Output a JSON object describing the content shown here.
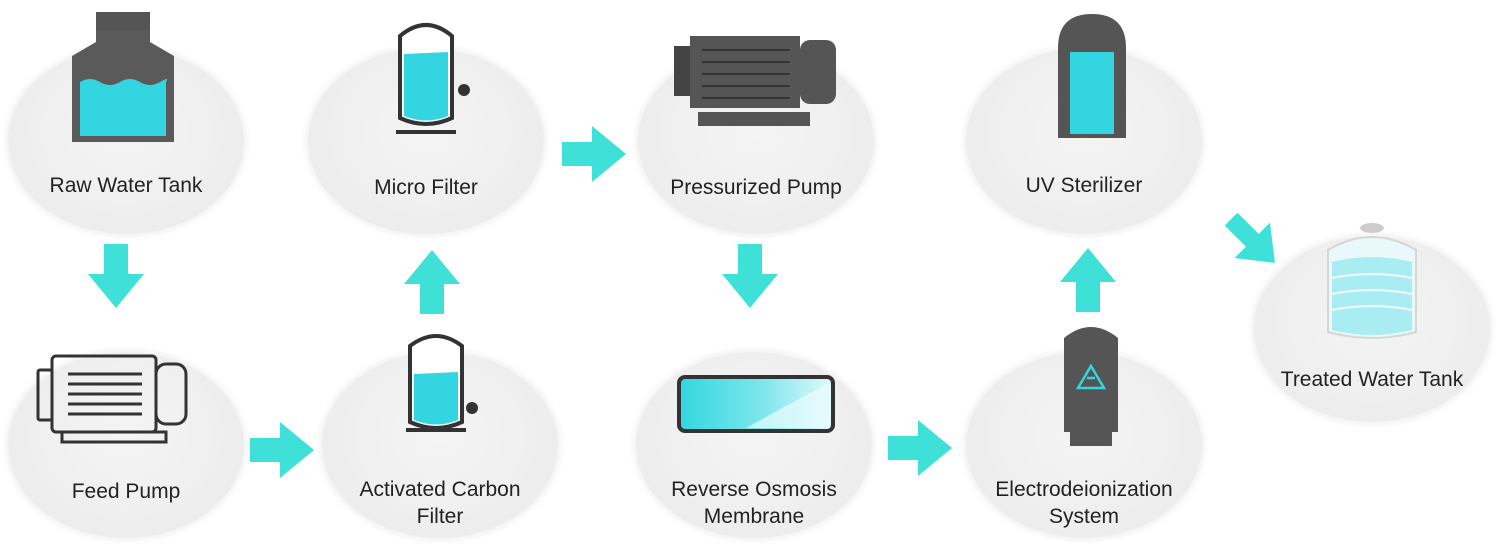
{
  "colors": {
    "accent": "#3ee0d8",
    "water": "#33d6e0",
    "dark": "#555555",
    "outline": "#333333",
    "node_bg": "#efefef"
  },
  "nodes": [
    {
      "id": "raw-water-tank",
      "label": "Raw Water Tank"
    },
    {
      "id": "feed-pump",
      "label": "Feed Pump"
    },
    {
      "id": "activated-carbon-filter",
      "label": "Activated Carbon\nFilter"
    },
    {
      "id": "micro-filter",
      "label": "Micro Filter"
    },
    {
      "id": "pressurized-pump",
      "label": "Pressurized Pump"
    },
    {
      "id": "reverse-osmosis-membrane",
      "label": "Reverse Osmosis\nMembrane"
    },
    {
      "id": "electrodeionization-system",
      "label": "Electrodeionization\nSystem"
    },
    {
      "id": "uv-sterilizer",
      "label": "UV Sterilizer"
    },
    {
      "id": "treated-water-tank",
      "label": "Treated Water Tank"
    }
  ],
  "flow": [
    {
      "from": "raw-water-tank",
      "to": "feed-pump",
      "direction": "down"
    },
    {
      "from": "feed-pump",
      "to": "activated-carbon-filter",
      "direction": "right"
    },
    {
      "from": "activated-carbon-filter",
      "to": "micro-filter",
      "direction": "up"
    },
    {
      "from": "micro-filter",
      "to": "pressurized-pump",
      "direction": "right"
    },
    {
      "from": "pressurized-pump",
      "to": "reverse-osmosis-membrane",
      "direction": "down"
    },
    {
      "from": "reverse-osmosis-membrane",
      "to": "electrodeionization-system",
      "direction": "right"
    },
    {
      "from": "electrodeionization-system",
      "to": "uv-sterilizer",
      "direction": "up"
    },
    {
      "from": "uv-sterilizer",
      "to": "treated-water-tank",
      "direction": "down-right"
    }
  ]
}
